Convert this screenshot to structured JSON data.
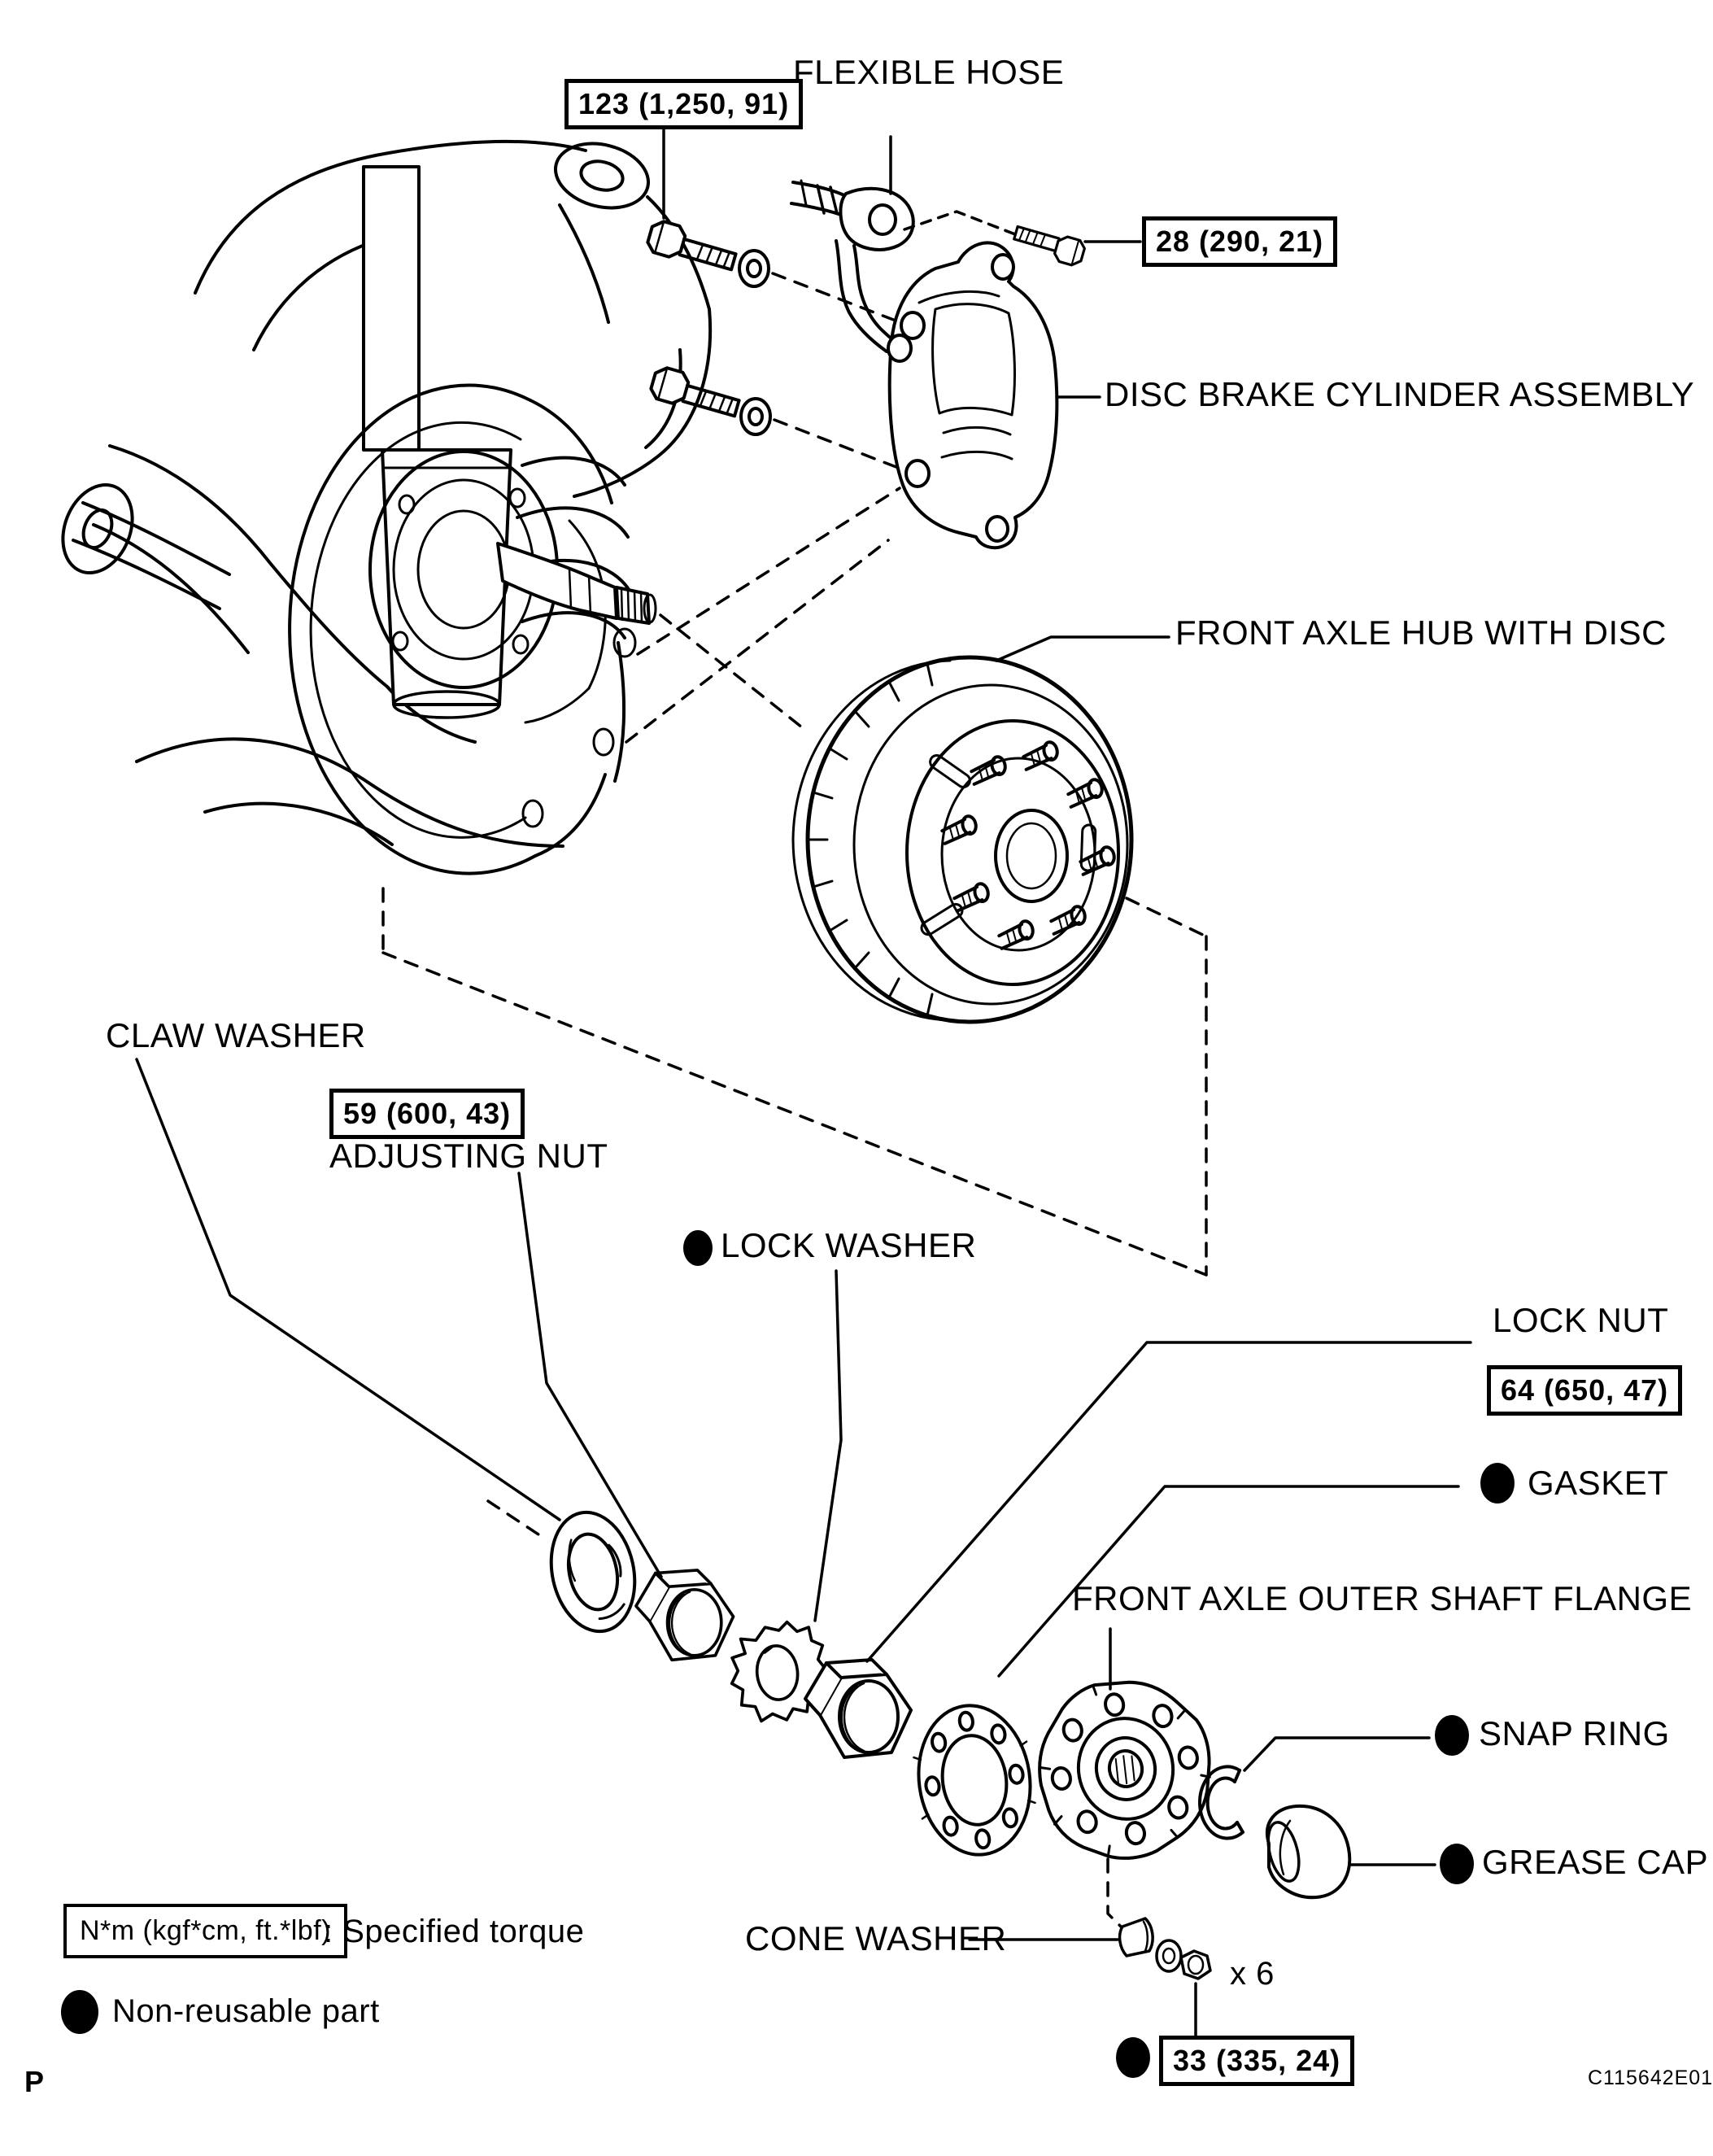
{
  "diagram": {
    "figure_code": "C115642E01",
    "page_marker": "P",
    "part_labels": {
      "flexible_hose": "FLEXIBLE HOSE",
      "disc_brake_cylinder": "DISC BRAKE CYLINDER ASSEMBLY",
      "front_axle_hub": "FRONT AXLE HUB WITH DISC",
      "claw_washer": "CLAW WASHER",
      "adjusting_nut": "ADJUSTING NUT",
      "lock_washer": "LOCK WASHER",
      "lock_nut": "LOCK NUT",
      "gasket": "GASKET",
      "front_axle_outer_shaft_flange": "FRONT AXLE OUTER SHAFT FLANGE",
      "snap_ring": "SNAP RING",
      "grease_cap": "GREASE CAP",
      "cone_washer": "CONE WASHER",
      "flange_nut_count": "x 6"
    },
    "torque_specs": {
      "caliper_mount_bolt": "123 (1,250, 91)",
      "brake_hose_union_bolt": "28 (290, 21)",
      "bearing_adjusting_nut": "59 (600, 43)",
      "bearing_lock_nut": "64 (650, 47)",
      "flange_nut": "33 (335, 24)"
    },
    "legend": {
      "torque_unit_box": "N*m (kgf*cm, ft.*lbf)",
      "torque_caption": ": Specified torque",
      "non_reusable_caption": "Non-reusable part"
    },
    "colors": {
      "ink": "#000000",
      "paper": "#ffffff"
    }
  }
}
